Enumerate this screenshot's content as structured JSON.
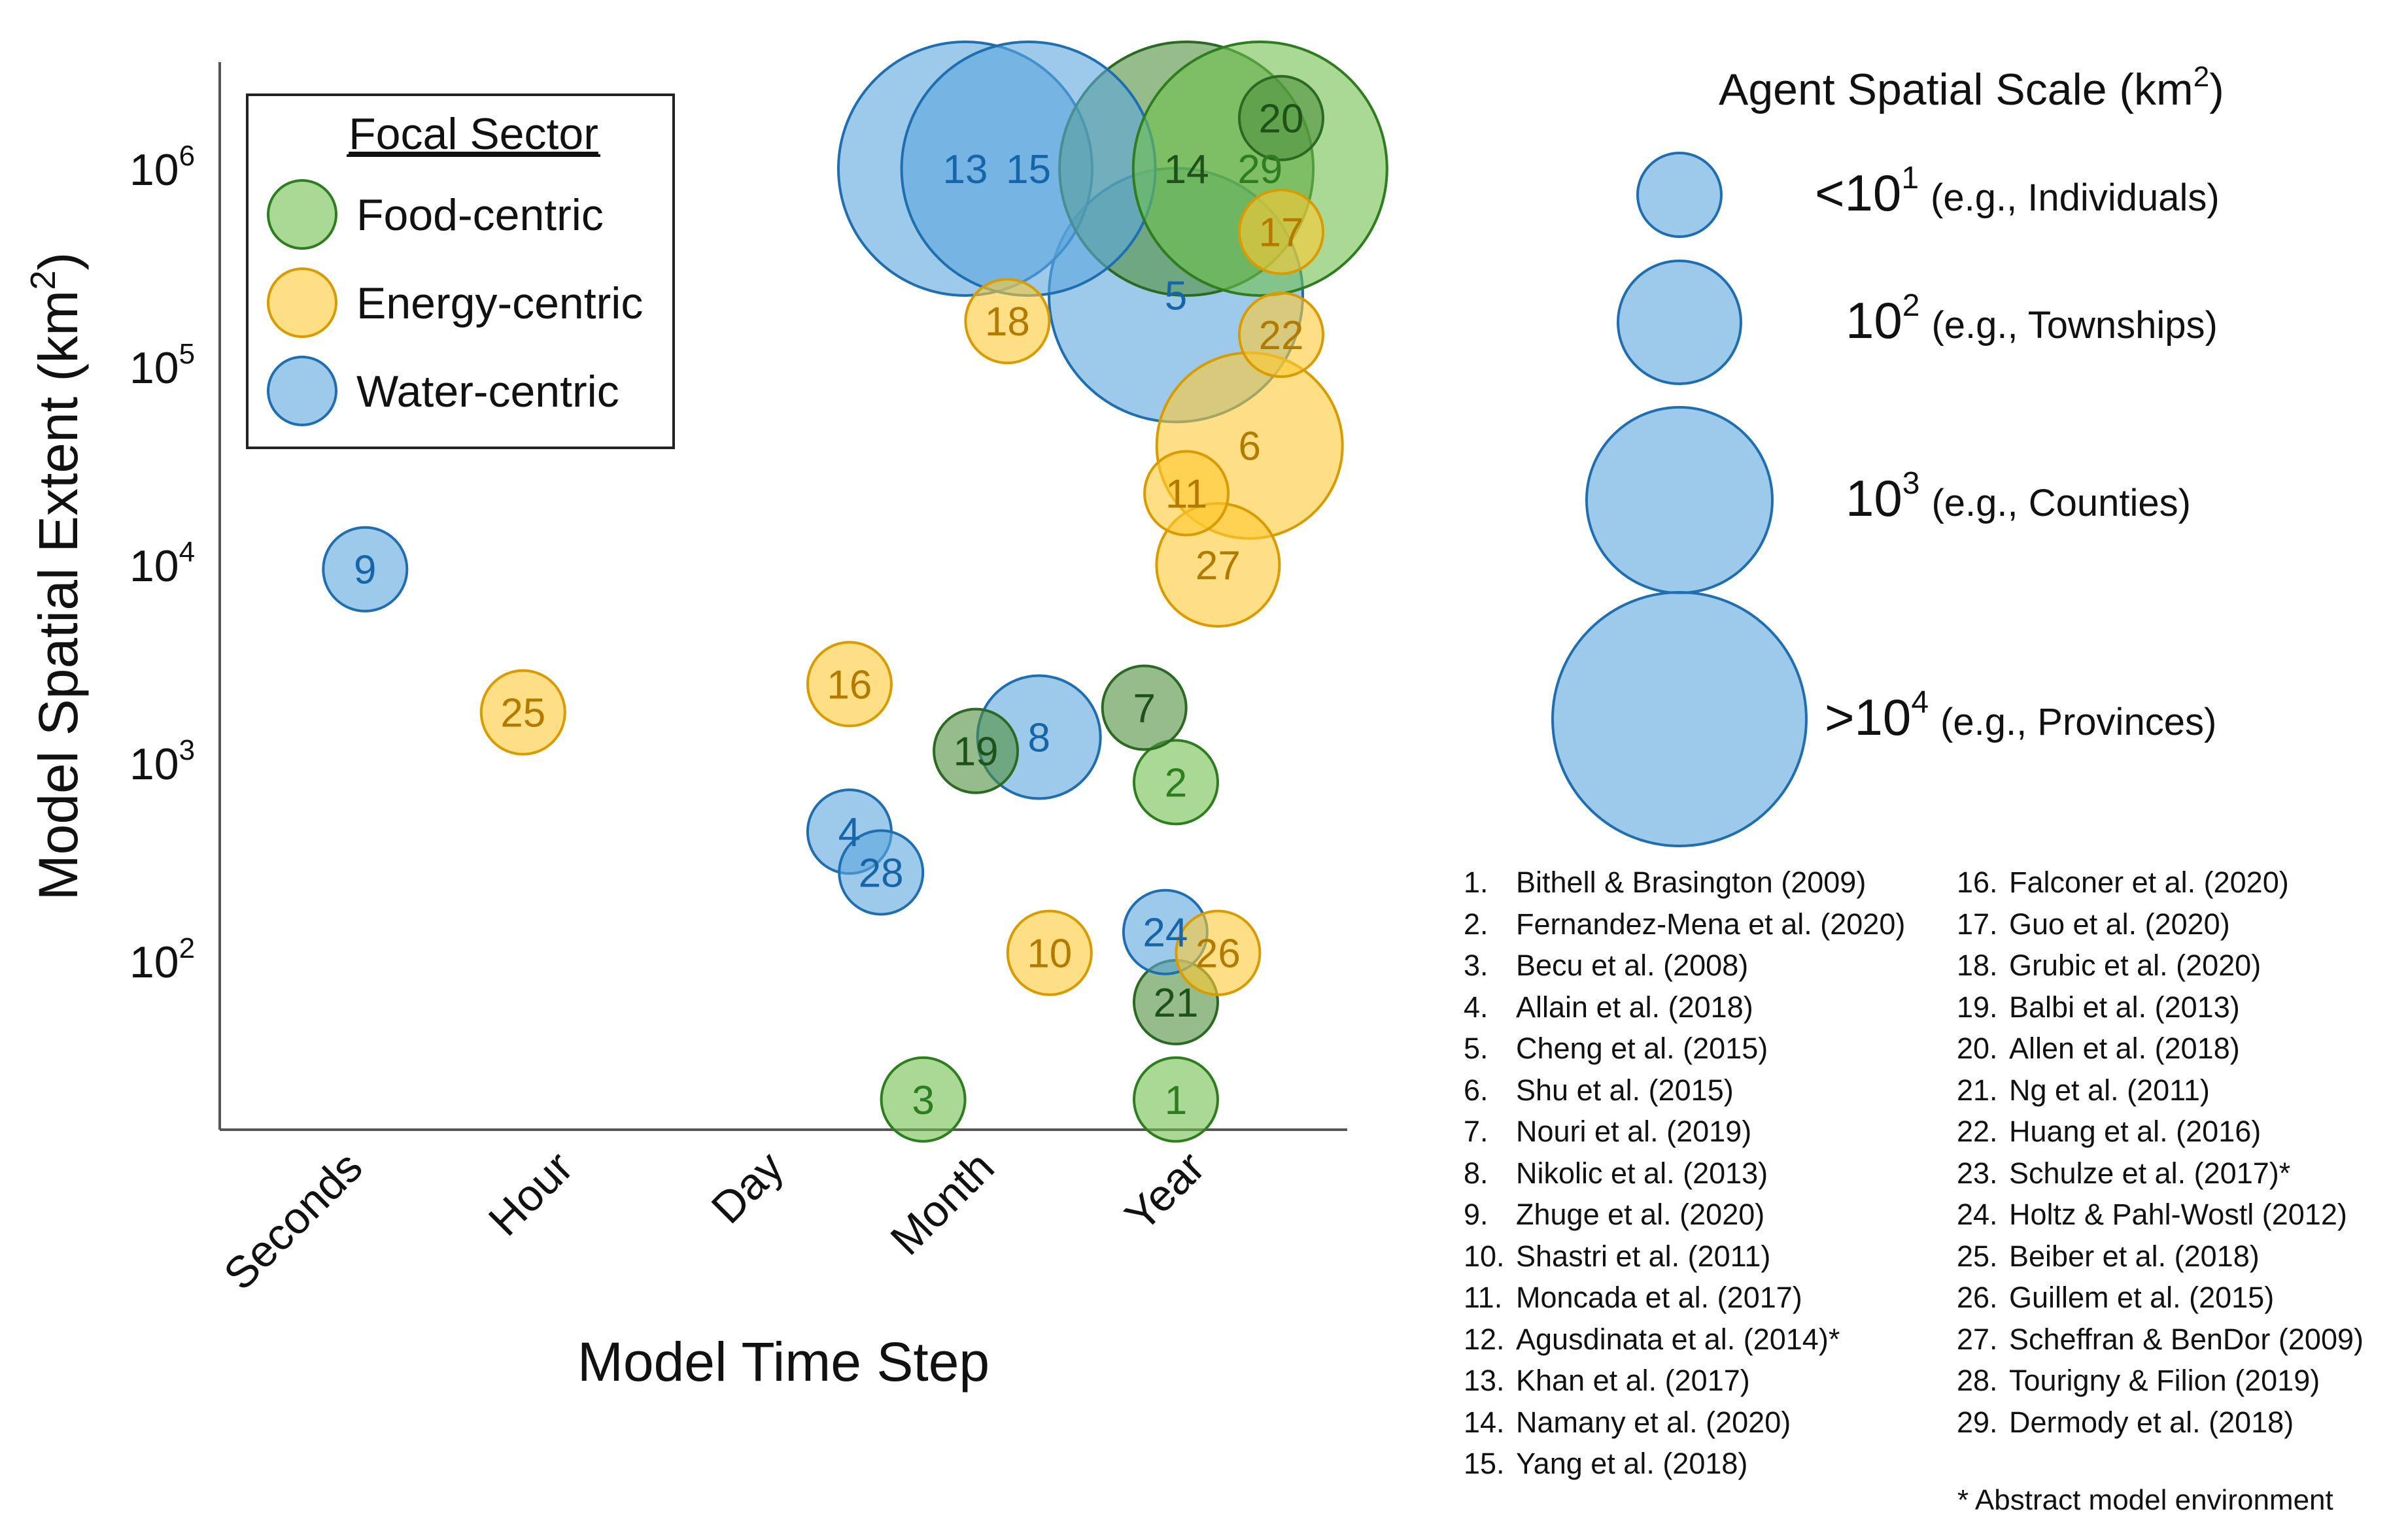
{
  "chart_data": {
    "type": "scatter",
    "subtype": "bubble",
    "xlabel": "Model Time Step",
    "ylabel": "Model Spatial Extent (km²)",
    "ylabel_base": "Model Spatial Extent (km",
    "ylabel_sup": "2",
    "ylabel_end": ")",
    "x_categories": [
      "Seconds",
      "Hour",
      "Day",
      "Month",
      "Year"
    ],
    "y_scale": "log",
    "ylim": [
      13,
      3000000
    ],
    "y_ticks": [
      {
        "base": "10",
        "exp": "2",
        "value": 100
      },
      {
        "base": "10",
        "exp": "3",
        "value": 1000
      },
      {
        "base": "10",
        "exp": "4",
        "value": 10000
      },
      {
        "base": "10",
        "exp": "5",
        "value": 100000
      },
      {
        "base": "10",
        "exp": "6",
        "value": 1000000
      }
    ],
    "grid": false,
    "sector_legend": {
      "title": "Focal Sector",
      "position": "top-left",
      "entries": [
        {
          "sector": "food",
          "label": "Food-centric"
        },
        {
          "sector": "energy",
          "label": "Energy-centric"
        },
        {
          "sector": "water",
          "label": "Water-centric"
        }
      ]
    },
    "size_legend": {
      "title": "Agent Spatial Scale (km²)",
      "title_base": "Agent Spatial Scale (km",
      "title_sup": "2",
      "title_end": ")",
      "position": "right",
      "entries": [
        {
          "level": 1,
          "prefix": "<10",
          "exp": "1",
          "desc": "(e.g., Individuals)"
        },
        {
          "level": 2,
          "prefix": "10",
          "exp": "2",
          "desc": "(e.g., Townships)"
        },
        {
          "level": 3,
          "prefix": "10",
          "exp": "3",
          "desc": "(e.g., Counties)"
        },
        {
          "level": 4,
          "prefix": ">10",
          "exp": "4",
          "desc": "(e.g., Provinces)"
        }
      ]
    },
    "colors": {
      "food_fill": "#70bf4c",
      "food_edge": "#2e7d1e",
      "food_text": "#2e7d1e",
      "food_dark_fill": "#4f8f3c",
      "food_dark_edge": "#2c6a23",
      "food_dark_text": "#1f5218",
      "energy_fill": "#ffc934",
      "energy_edge": "#d99b00",
      "energy_text": "#b37a00",
      "water_fill": "#5ba7de",
      "water_edge": "#1f6fb0",
      "water_text": "#1565a8",
      "axis": "#555555"
    },
    "points": [
      {
        "id": "1",
        "sector": "food",
        "x": 4.0,
        "y": 20,
        "size": 1
      },
      {
        "id": "2",
        "sector": "food",
        "x": 4.0,
        "y": 800,
        "size": 1
      },
      {
        "id": "3",
        "sector": "food",
        "x": 2.8,
        "y": 20,
        "size": 1
      },
      {
        "id": "4",
        "sector": "water",
        "x": 2.45,
        "y": 450,
        "size": 1
      },
      {
        "id": "5",
        "sector": "water",
        "x": 4.0,
        "y": 230000,
        "size": 4
      },
      {
        "id": "6",
        "sector": "energy",
        "x": 4.35,
        "y": 40000,
        "size": 3
      },
      {
        "id": "7",
        "sector": "food_dark",
        "x": 3.85,
        "y": 1900,
        "size": 1
      },
      {
        "id": "8",
        "sector": "water",
        "x": 3.35,
        "y": 1350,
        "size": 2
      },
      {
        "id": "9",
        "sector": "water",
        "x": 0.15,
        "y": 9500,
        "size": 1
      },
      {
        "id": "10",
        "sector": "energy",
        "x": 3.4,
        "y": 110,
        "size": 1
      },
      {
        "id": "11",
        "sector": "energy",
        "x": 4.05,
        "y": 23000,
        "size": 1
      },
      {
        "id": "13",
        "sector": "water",
        "x": 3.0,
        "y": 1000000,
        "size": 4
      },
      {
        "id": "14",
        "sector": "food_dark",
        "x": 4.05,
        "y": 1000000,
        "size": 4
      },
      {
        "id": "15",
        "sector": "water",
        "x": 3.3,
        "y": 1000000,
        "size": 4
      },
      {
        "id": "16",
        "sector": "energy",
        "x": 2.45,
        "y": 2500,
        "size": 1
      },
      {
        "id": "17",
        "sector": "energy",
        "x": 4.5,
        "y": 480000,
        "size": 1
      },
      {
        "id": "18",
        "sector": "energy",
        "x": 3.2,
        "y": 170000,
        "size": 1
      },
      {
        "id": "19",
        "sector": "food_dark",
        "x": 3.05,
        "y": 1150,
        "size": 1
      },
      {
        "id": "20",
        "sector": "food_dark",
        "x": 4.5,
        "y": 1800000,
        "size": 1
      },
      {
        "id": "21",
        "sector": "food_dark",
        "x": 4.0,
        "y": 62,
        "size": 1
      },
      {
        "id": "22",
        "sector": "energy",
        "x": 4.5,
        "y": 145000,
        "size": 1
      },
      {
        "id": "24",
        "sector": "water",
        "x": 3.95,
        "y": 140,
        "size": 1
      },
      {
        "id": "25",
        "sector": "energy",
        "x": 0.9,
        "y": 1800,
        "size": 1
      },
      {
        "id": "26",
        "sector": "energy",
        "x": 4.2,
        "y": 110,
        "size": 1
      },
      {
        "id": "27",
        "sector": "energy",
        "x": 4.2,
        "y": 10000,
        "size": 2
      },
      {
        "id": "28",
        "sector": "water",
        "x": 2.6,
        "y": 280,
        "size": 1
      },
      {
        "id": "29",
        "sector": "food",
        "x": 4.4,
        "y": 1000000,
        "size": 4
      }
    ]
  },
  "references": {
    "col1": [
      {
        "num": "1.",
        "text": "Bithell & Brasington (2009)"
      },
      {
        "num": "2.",
        "text": "Fernandez-Mena et al. (2020)"
      },
      {
        "num": "3.",
        "text": "Becu et al. (2008)"
      },
      {
        "num": "4.",
        "text": "Allain et al. (2018)"
      },
      {
        "num": "5.",
        "text": "Cheng et al. (2015)"
      },
      {
        "num": "6.",
        "text": "Shu et al. (2015)"
      },
      {
        "num": "7.",
        "text": "Nouri et al. (2019)"
      },
      {
        "num": "8.",
        "text": "Nikolic et al. (2013)"
      },
      {
        "num": "9.",
        "text": "Zhuge et al. (2020)"
      },
      {
        "num": "10.",
        "text": "Shastri et al. (2011)"
      },
      {
        "num": "11.",
        "text": "Moncada et al. (2017)"
      },
      {
        "num": "12.",
        "text": "Agusdinata et al. (2014)*"
      },
      {
        "num": "13.",
        "text": "Khan et al. (2017)"
      },
      {
        "num": "14.",
        "text": "Namany et al. (2020)"
      },
      {
        "num": "15.",
        "text": "Yang et al. (2018)"
      }
    ],
    "col2": [
      {
        "num": "16.",
        "text": "Falconer et al. (2020)"
      },
      {
        "num": "17.",
        "text": "Guo et al. (2020)"
      },
      {
        "num": "18.",
        "text": "Grubic et al. (2020)"
      },
      {
        "num": "19.",
        "text": "Balbi et al. (2013)"
      },
      {
        "num": "20.",
        "text": "Allen et al. (2018)"
      },
      {
        "num": "21.",
        "text": "Ng et al. (2011)"
      },
      {
        "num": "22.",
        "text": "Huang et al. (2016)"
      },
      {
        "num": "23.",
        "text": "Schulze et al. (2017)*"
      },
      {
        "num": "24.",
        "text": "Holtz & Pahl-Wostl (2012)"
      },
      {
        "num": "25.",
        "text": "Beiber et al. (2018)"
      },
      {
        "num": "26.",
        "text": "Guillem et al. (2015)"
      },
      {
        "num": "27.",
        "text": "Scheffran & BenDor (2009)"
      },
      {
        "num": "28.",
        "text": "Tourigny & Filion (2019)"
      },
      {
        "num": "29.",
        "text": "Dermody et al. (2018)"
      }
    ],
    "footnote": "* Abstract model environment"
  }
}
